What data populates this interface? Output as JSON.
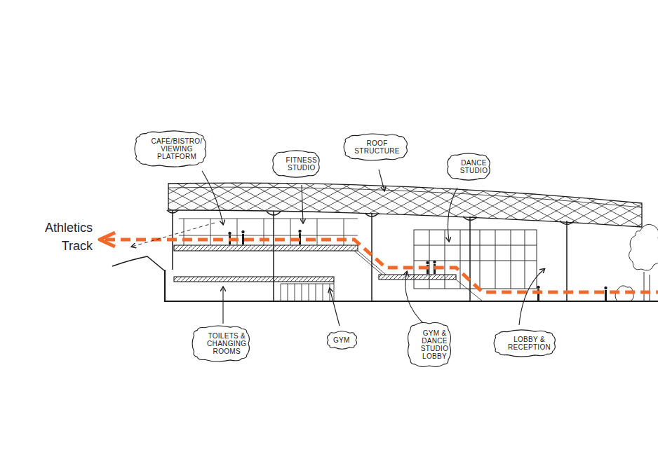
{
  "diagram": {
    "nodes": [
      {
        "text": [
          "CAFÉ/BISTRO/ VIEWING PLATFORM"
        ]
      },
      {
        "text": [
          "FITNESS STUDIO"
        ]
      },
      {
        "text": [
          "ROOF STRUCTURE"
        ]
      },
      {
        "text": [
          "DANCE STUDIO"
        ]
      },
      {
        "text": [
          "TOILETS & CHANGING ROOMS"
        ]
      },
      {
        "text": [
          "GYM"
        ]
      },
      {
        "text": [
          "GYM & DANCE STUDIO LOBBY"
        ]
      },
      {
        "text": [
          "LOBBY & RECEPTION"
        ]
      }
    ],
    "labels": [
      "Athletics Track"
    ]
  }
}
